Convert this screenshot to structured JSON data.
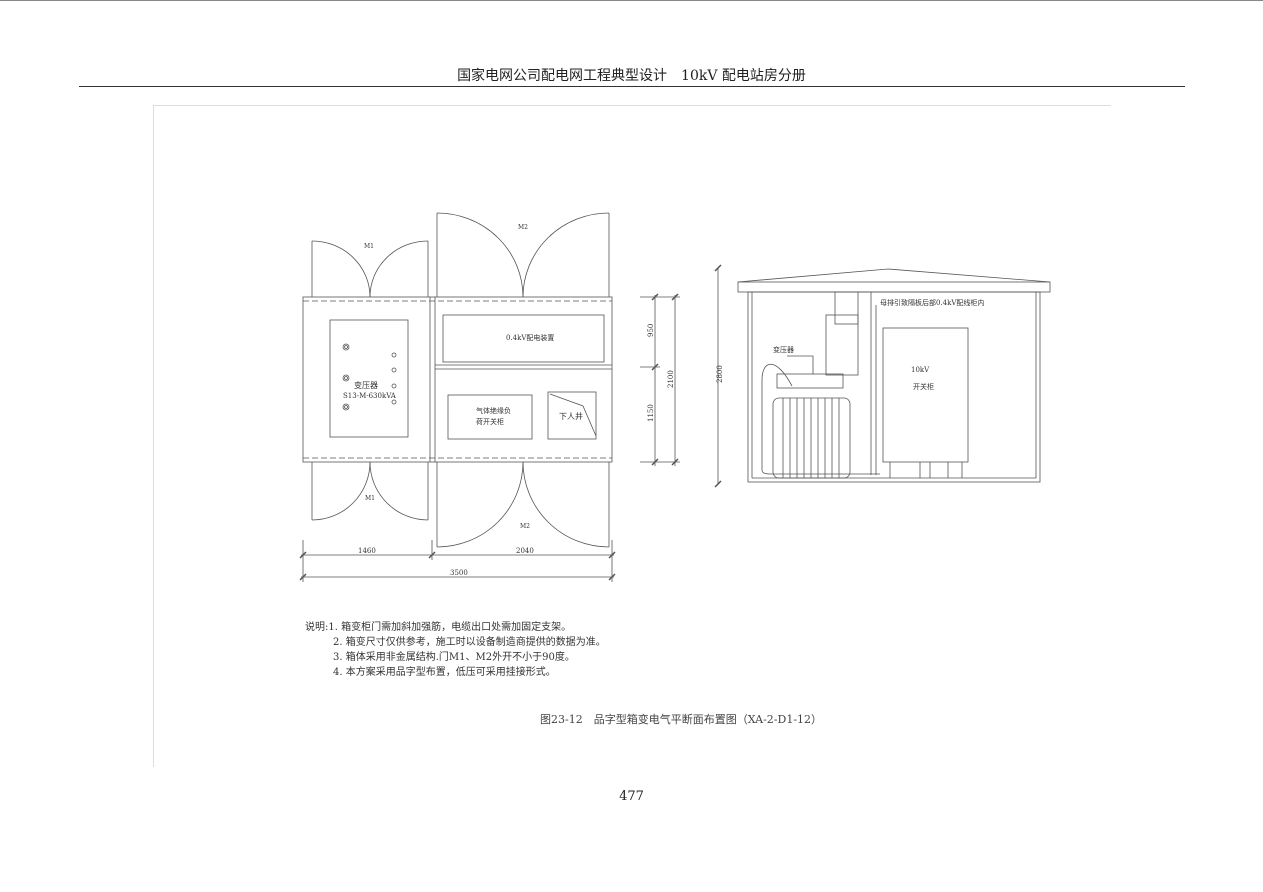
{
  "header": {
    "title": "国家电网公司配电网工程典型设计　10kV 配电站房分册"
  },
  "plan": {
    "door_m1_top": "M1",
    "door_m2_top": "M2",
    "door_m1_bottom": "M1",
    "door_m2_bottom": "M2",
    "transformer_label": "变压器",
    "transformer_model": "S13-M-630kVA",
    "lv_panel": "0.4kV配电装置",
    "gas_switch_line1": "气体绝缘负",
    "gas_switch_line2": "荷开关柜",
    "manhole": "下人井",
    "dim_950": "950",
    "dim_2100": "2100",
    "dim_1150": "1150",
    "dim_1460": "1460",
    "dim_2040": "2040",
    "dim_3500": "3500"
  },
  "elevation": {
    "busbar_note": "母排引致隔板后部0.4kV配线柜内",
    "transformer_label": "变压器",
    "switchgear_line1": "10kV",
    "switchgear_line2": "开关柜",
    "dim_2800": "2800"
  },
  "notes": {
    "prefix": "说明:",
    "items": [
      "1.  箱变柜门需加斜加强筋，电缆出口处需加固定支架。",
      "2.  箱变尺寸仅供参考，施工时以设备制造商提供的数据为准。",
      "3.  箱体采用非金属结构.门M1、M2外开不小于90度。",
      "4.  本方案采用品字型布置，低压可采用挂接形式。"
    ]
  },
  "caption": "图23-12　品字型箱变电气平断面布置图（XA-2-D1-12）",
  "page_number": "477"
}
